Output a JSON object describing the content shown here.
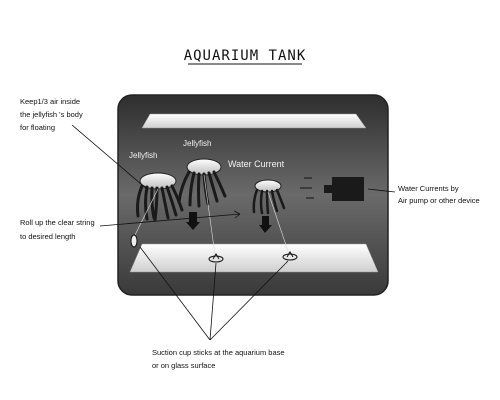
{
  "title": "AQUARIUM TANK",
  "annotations": {
    "air_note": [
      "Keep1/3 air inside",
      "the jellyfish 's body",
      "for floating"
    ],
    "roll_note": [
      "Roll up the clear string",
      "to desired length"
    ],
    "suction_note": [
      "Suction cup sticks at the aquarium base",
      "or on glass surface"
    ],
    "pump_note": [
      "Water Currents by",
      "Air pump or other device"
    ]
  },
  "tank_labels": {
    "jellyfish_1": "Jellyfish",
    "jellyfish_2": "Jellyfish",
    "water_current": "Water Current"
  },
  "colors": {
    "tank_dark": "#3a3a3a",
    "tank_mid": "#6e6e6e",
    "ledge_light": "#e8e8e8",
    "ink": "#111111"
  }
}
